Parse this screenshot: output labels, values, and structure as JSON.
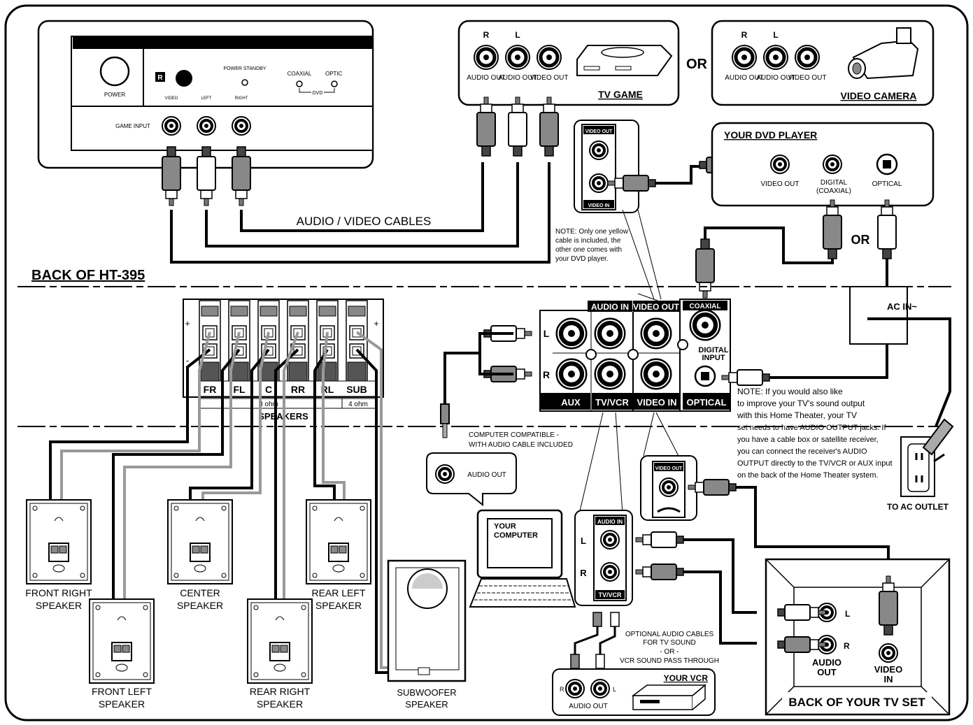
{
  "front_panel": {
    "power": "POWER",
    "power_standby": "POWER STANDBY",
    "coaxial": "COAXIAL",
    "optical": "OPTIC",
    "dvd": "DVD",
    "video": "VIDEO",
    "left": "LEFT",
    "right": "RIGHT",
    "game_input": "GAME INPUT",
    "ir": "R"
  },
  "av_cables": "AUDIO / VIDEO CABLES",
  "tv_game": {
    "r": "R",
    "l": "L",
    "jack1": "AUDIO OUT",
    "jack2": "AUDIO OUT",
    "jack3": "VIDEO OUT",
    "title": "TV GAME"
  },
  "or1": "OR",
  "video_camera": {
    "r": "R",
    "l": "L",
    "jack1": "AUDIO OUT",
    "jack2": "AUDIO OUT",
    "jack3": "VIDEO OUT",
    "title": "VIDEO CAMERA"
  },
  "dvd_player": {
    "title": "YOUR DVD PLAYER",
    "video_out": "VIDEO OUT",
    "digital": "DIGITAL",
    "coaxial": "(COAXIAL)",
    "optical": "OPTICAL"
  },
  "video_inset": {
    "top": "VIDEO OUT",
    "bottom": "VIDEO IN"
  },
  "note_yellow": [
    "NOTE: Only one yellow",
    "cable is included, the",
    "other one comes with",
    "your DVD player."
  ],
  "or2": "OR",
  "back_title": "BACK OF HT-395",
  "ac_in": "AC IN~",
  "speaker_terminals": {
    "labels": [
      "FR",
      "FL",
      "C",
      "RR",
      "RL",
      "SUB"
    ],
    "ohm8": "8 ohm",
    "ohm4": "4 ohm",
    "speakers": "SPEAKERS",
    "plus": "+",
    "minus": "-"
  },
  "receiver": {
    "audio_in": "AUDIO IN",
    "video_out": "VIDEO OUT",
    "coaxial": "COAXIAL",
    "digital_input": [
      "DIGITAL",
      "INPUT"
    ],
    "aux": "AUX",
    "tvvcr": "TV/VCR",
    "video_in": "VIDEO IN",
    "optical": "OPTICAL",
    "l": "L",
    "r": "R"
  },
  "computer": {
    "compatible": [
      "COMPUTER COMPATIBLE -",
      "WITH AUDIO CABLE INCLUDED"
    ],
    "audio_out": "AUDIO OUT",
    "your_computer": [
      "YOUR",
      "COMPUTER"
    ]
  },
  "note_tv": [
    "NOTE: If you would also like",
    "to improve your TV's sound output",
    "with this Home Theater, your TV",
    "set needs to have AUDIO OUTPUT jacks. If",
    "you have a cable box or satellite receiver,",
    "you can connect the receiver's AUDIO",
    "OUTPUT directly to the TV/VCR or AUX input",
    "on the back of the Home Theater system."
  ],
  "ac_outlet": "TO AC OUTLET",
  "speakers": {
    "front_right": [
      "FRONT RIGHT",
      "SPEAKER"
    ],
    "center": [
      "CENTER",
      "SPEAKER"
    ],
    "rear_left": [
      "REAR LEFT",
      "SPEAKER"
    ],
    "front_left": [
      "FRONT LEFT",
      "SPEAKER"
    ],
    "rear_right": [
      "REAR RIGHT",
      "SPEAKER"
    ],
    "subwoofer": [
      "SUBWOOFER",
      "SPEAKER"
    ]
  },
  "tvvcr_inset": {
    "top": "AUDIO IN",
    "bottom": "TV/VCR",
    "l": "L",
    "r": "R"
  },
  "video_out_inset": "VIDEO OUT",
  "optional_cables": [
    "OPTIONAL AUDIO CABLES",
    "FOR TV SOUND",
    "- OR -",
    "VCR SOUND PASS THROUGH"
  ],
  "vcr": {
    "title": "YOUR VCR",
    "audio_out": "AUDIO OUT",
    "r": "R",
    "l": "L"
  },
  "tv_back": {
    "title": "BACK OF YOUR TV SET",
    "l": "L",
    "r": "R",
    "audio_out": [
      "AUDIO",
      "OUT"
    ],
    "video_in": [
      "VIDEO",
      "IN"
    ]
  }
}
